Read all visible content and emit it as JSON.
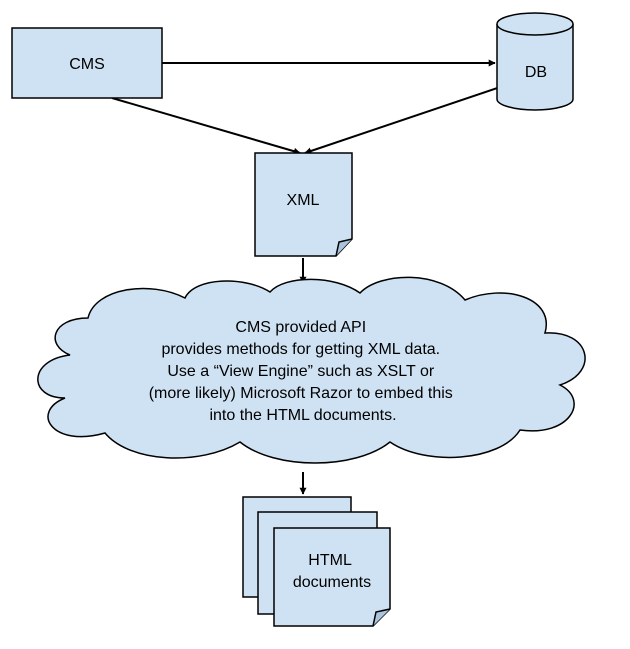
{
  "nodes": {
    "cms": {
      "label": "CMS"
    },
    "db": {
      "label": "DB"
    },
    "xml": {
      "label": "XML"
    },
    "api_cloud": {
      "lines": [
        "CMS provided API",
        "provides methods for getting XML data.",
        "Use a “View Engine” such as XSLT or",
        "(more likely) Microsoft Razor to embed this",
        "into the HTML documents."
      ]
    },
    "html_docs": {
      "lines": [
        "HTML",
        "documents"
      ]
    }
  },
  "edges": [
    {
      "from": "CMS",
      "to": "DB"
    },
    {
      "from": "CMS",
      "to": "XML"
    },
    {
      "from": "DB",
      "to": "XML"
    },
    {
      "from": "XML",
      "to": "API cloud"
    },
    {
      "from": "API cloud",
      "to": "HTML documents"
    }
  ],
  "colors": {
    "fill": "#cfe2f3",
    "stroke": "#000000",
    "background": "#ffffff"
  }
}
